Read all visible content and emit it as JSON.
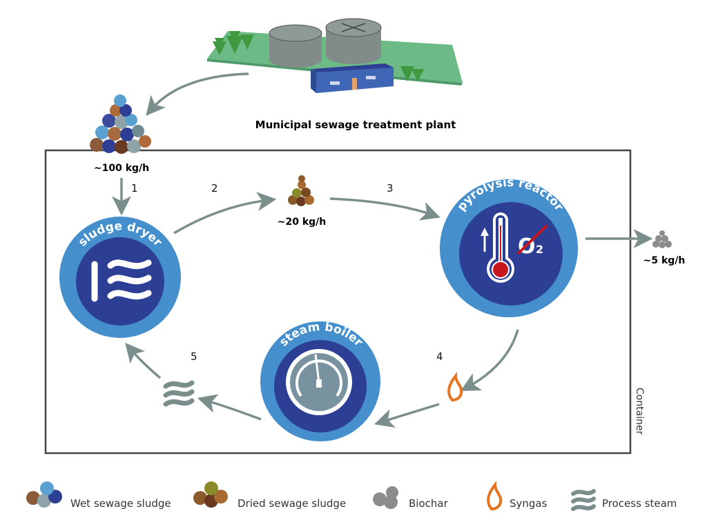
{
  "plant": {
    "label": "Municipal sewage treatment plant"
  },
  "container": {
    "label": "Container"
  },
  "flows": {
    "wet": "~100 kg/h",
    "dried": "~20 kg/h",
    "biochar": "~5 kg/h"
  },
  "steps": [
    "1",
    "2",
    "3",
    "4",
    "5"
  ],
  "units": {
    "dryer": {
      "label": "sludge dryer",
      "icon": "heat-waves-icon"
    },
    "reactor": {
      "label": "pyrolysis reactor",
      "icon": "thermometer-icon",
      "o2": "O",
      "o2_sub": "2"
    },
    "boiler": {
      "label": "steam boiler",
      "icon": "pressure-gauge-icon"
    }
  },
  "legend": [
    {
      "label": "Wet sewage sludge",
      "icon": "wet-sludge-icon"
    },
    {
      "label": "Dried sewage sludge",
      "icon": "dried-sludge-icon"
    },
    {
      "label": "Biochar",
      "icon": "biochar-icon"
    },
    {
      "label": "Syngas",
      "icon": "flame-icon"
    },
    {
      "label": "Process steam",
      "icon": "steam-icon"
    }
  ],
  "colors": {
    "outer_ring": "#4590cc",
    "inner": "#2c3f94",
    "arrow": "#7a8f8c",
    "flame": "#e8731e",
    "grass": "#6cba85"
  }
}
